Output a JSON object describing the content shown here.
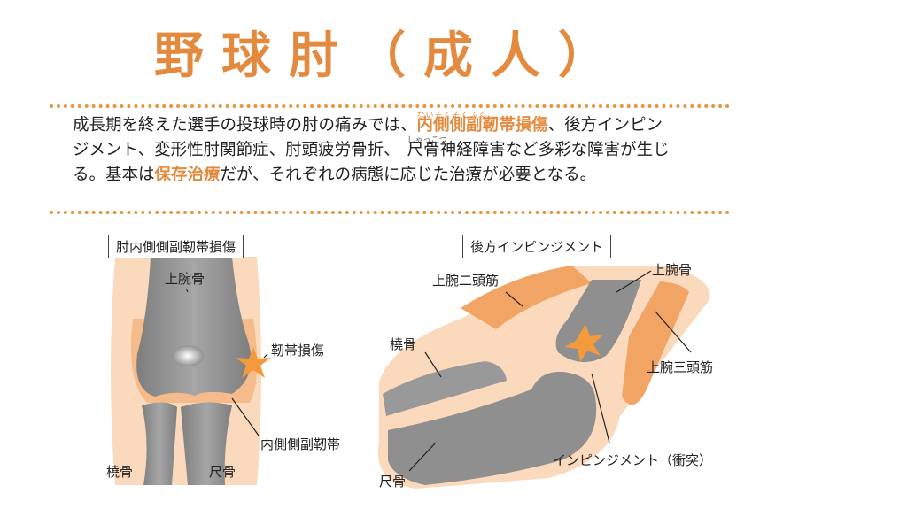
{
  "title": "野球肘（成人）",
  "intro": {
    "line1_pre": "成長期を終えた選手の投球時の肘の痛みでは、",
    "highlight1": "内側側副靭帯損傷",
    "highlight1_ruby": "ないそくそくふく",
    "line1_post": "、後方インピン",
    "line2_pre": "ジメント、変形性肘関節症、肘頭疲労骨折、",
    "ulna_char": "尺",
    "ulna_ruby": "しゃっこつ",
    "line2_post": "骨神経障害など多彩な障害が生じ",
    "line3_pre": "る。基本は",
    "highlight2": "保存治療",
    "line3_post": "だが、それぞれの病態に応じた治療が必要となる。"
  },
  "diagram_left": {
    "heading": "肘内側側副靭帯損傷",
    "humerus": "上腕骨",
    "ligament_injury": "靭帯損傷",
    "mcl": "内側側副靭帯",
    "radius": "橈骨",
    "ulna": "尺骨"
  },
  "diagram_right": {
    "heading": "後方インピンジメント",
    "biceps": "上腕二頭筋",
    "humerus": "上腕骨",
    "radius": "橈骨",
    "triceps": "上腕三頭筋",
    "impingement": "インピンジメント（衝突）",
    "ulna": "尺骨"
  },
  "colors": {
    "accent": "#e38a3e",
    "skin": "#fbd9bd",
    "muscle": "#f2a464",
    "bone": "#8f8f8f",
    "star": "#f39a3c"
  }
}
